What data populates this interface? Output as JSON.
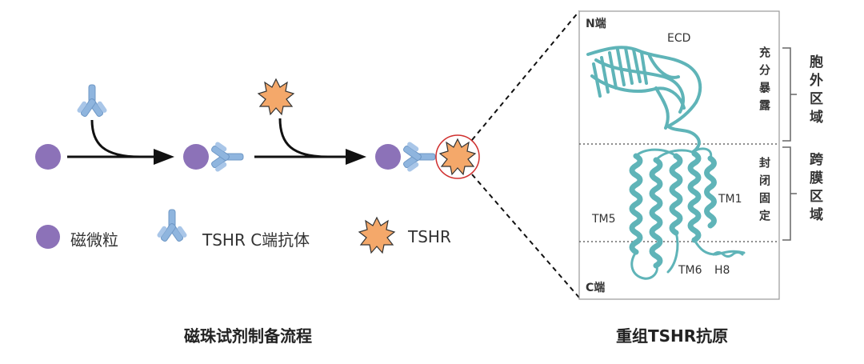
{
  "workflow": {
    "caption": "磁珠试剂制备流程"
  },
  "legend": {
    "bead_label": "磁微粒",
    "antibody_label": "TSHR C端抗体",
    "antigen_label": "TSHR"
  },
  "structure": {
    "caption": "重组TSHR抗原",
    "n_terminus": "N端",
    "c_terminus": "C端",
    "ecd": "ECD",
    "tm1": "TM1",
    "tm5": "TM5",
    "tm6": "TM6",
    "h8": "H8",
    "ecd_note": "充分暴露",
    "tm_note": "封闭固定",
    "extracellular_region": "胞外区域",
    "transmembrane_region": "跨膜区域"
  },
  "colors": {
    "bead": "#8c72b8",
    "antibody": "#8fb5de",
    "antigen": "#f4a86a",
    "protein": "#5fb4b8"
  }
}
